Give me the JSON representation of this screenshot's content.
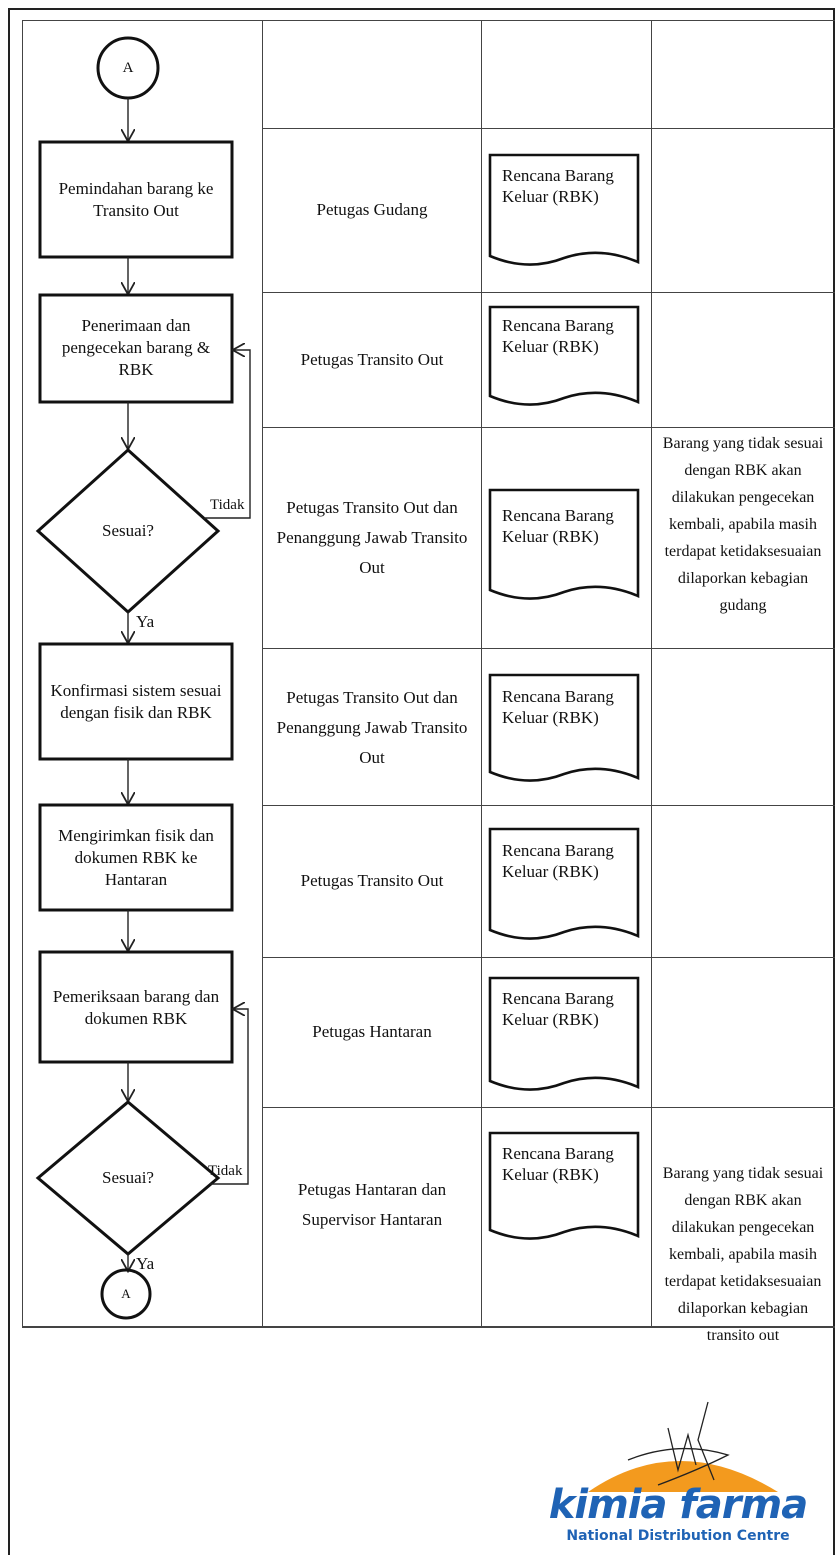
{
  "flow": {
    "connector_top": "A",
    "connector_bottom": "A",
    "steps": [
      "Pemindahan barang ke Transito Out",
      "Penerimaan dan pengecekan barang & RBK",
      "Sesuai?",
      "Konfirmasi sistem sesuai dengan fisik dan RBK",
      "Mengirimkan fisik dan dokumen RBK ke Hantaran",
      "Pemeriksaan barang dan dokumen RBK",
      "Sesuai?"
    ],
    "label_no": "Tidak",
    "label_yes": "Ya"
  },
  "table": {
    "rows": [
      {
        "role": "Petugas Gudang",
        "document": "Rencana Barang Keluar (RBK)",
        "note": ""
      },
      {
        "role": "Petugas Transito Out",
        "document": "Rencana Barang Keluar (RBK)",
        "note": ""
      },
      {
        "role": "Petugas Transito Out dan Penanggung Jawab Transito Out",
        "document": "Rencana Barang Keluar (RBK)",
        "note": "Barang yang tidak sesuai dengan RBK akan dilakukan pengecekan kembali, apabila masih terdapat ketidaksesuaian dilaporkan kebagian gudang"
      },
      {
        "role": "Petugas Transito Out dan Penanggung Jawab Transito Out",
        "document": "Rencana Barang Keluar (RBK)",
        "note": ""
      },
      {
        "role": "Petugas Transito Out",
        "document": "Rencana Barang Keluar (RBK)",
        "note": ""
      },
      {
        "role": "Petugas Hantaran",
        "document": "Rencana Barang Keluar (RBK)",
        "note": ""
      },
      {
        "role": "Petugas Hantaran dan Supervisor Hantaran",
        "document": "Rencana Barang Keluar (RBK)",
        "note": "Barang yang tidak sesuai dengan RBK akan dilakukan pengecekan kembali, apabila masih terdapat ketidaksesuaian dilaporkan kebagian transito out"
      }
    ]
  },
  "logo": {
    "name": "kimia farma",
    "tagline": "National Distribution Centre",
    "colors": {
      "blue": "#1f63b5",
      "orange": "#f39a1e"
    }
  }
}
